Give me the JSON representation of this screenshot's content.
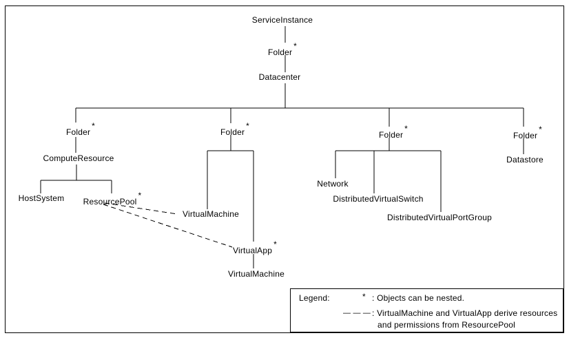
{
  "diagram": {
    "background": "#ffffff",
    "line_color": "#000000",
    "nodes": {
      "service_instance": {
        "label": "ServiceInstance"
      },
      "folder_top": {
        "label": "Folder",
        "suffix": "*"
      },
      "datacenter": {
        "label": "Datacenter"
      },
      "folder_host": {
        "label": "Folder",
        "suffix": "*"
      },
      "compute_resource": {
        "label": "ComputeResource"
      },
      "host_system": {
        "label": "HostSystem"
      },
      "resource_pool": {
        "label": "ResourcePool",
        "suffix": "*"
      },
      "folder_vm": {
        "label": "Folder",
        "suffix": "*"
      },
      "virtual_machine_1": {
        "label": "VirtualMachine"
      },
      "virtual_app": {
        "label": "VirtualApp",
        "suffix": "*"
      },
      "virtual_machine_2": {
        "label": "VirtualMachine"
      },
      "folder_network": {
        "label": "Folder",
        "suffix": "*"
      },
      "network": {
        "label": "Network"
      },
      "distributed_virtual_switch": {
        "label": "DistributedVirtualSwitch"
      },
      "distributed_virtual_port_group": {
        "label": "DistributedVirtualPortGroup"
      },
      "folder_datastore": {
        "label": "Folder",
        "suffix": "*"
      },
      "datastore": {
        "label": "Datastore"
      }
    }
  },
  "legend": {
    "title": "Legend:",
    "entries": [
      {
        "symbol": "*",
        "text": ": Objects can be nested."
      },
      {
        "symbol": "— — —",
        "text": ": VirtualMachine and VirtualApp derive resources",
        "text2": "and permissions from ResourcePool"
      }
    ]
  }
}
